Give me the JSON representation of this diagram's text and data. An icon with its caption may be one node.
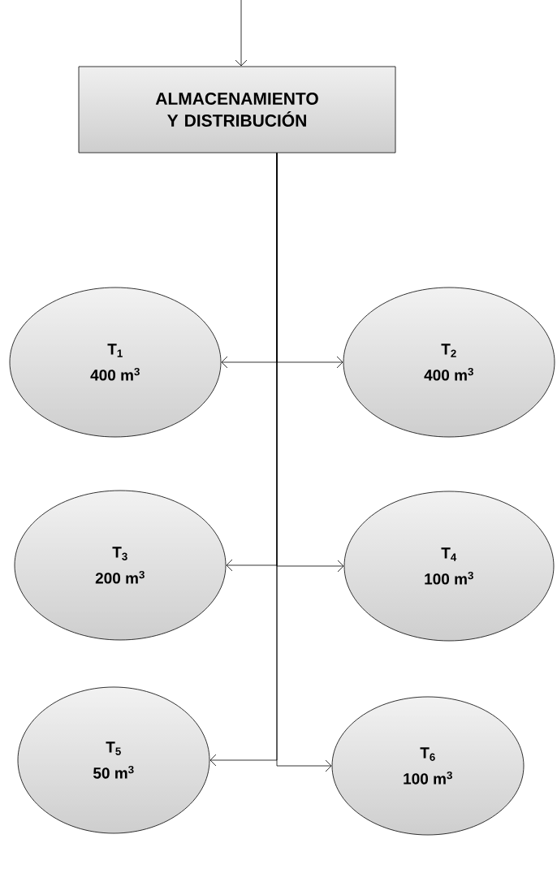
{
  "diagram": {
    "nodes": [
      {
        "text": [
          "ALMACENAMIENTO Y DISTRIBUCIÓN"
        ]
      },
      {
        "text": [
          "T$_{1}$",
          "400 m$^{3}$"
        ]
      },
      {
        "text": [
          "T$_{2}$",
          "400 m$^{3}$"
        ]
      },
      {
        "text": [
          "T$_{3}$",
          "200 m$^{3}$"
        ]
      },
      {
        "text": [
          "T$_{4}$",
          "100 m$^{3}$"
        ]
      },
      {
        "text": [
          "T$_{5}$",
          "50 m$^{3}$"
        ]
      },
      {
        "text": [
          "T$_{6}$",
          "100 m$^{3}$"
        ]
      }
    ],
    "edges": [
      {
        "from": null,
        "to": 0,
        "arrow": "to"
      },
      {
        "from": 0,
        "to": 1,
        "arrow": "to"
      },
      {
        "from": 0,
        "to": 2,
        "arrow": "to"
      },
      {
        "from": 0,
        "to": 3,
        "arrow": "to"
      },
      {
        "from": 0,
        "to": 4,
        "arrow": "to"
      },
      {
        "from": 0,
        "to": 5,
        "arrow": "to"
      },
      {
        "from": 0,
        "to": 6,
        "arrow": "to"
      }
    ]
  }
}
